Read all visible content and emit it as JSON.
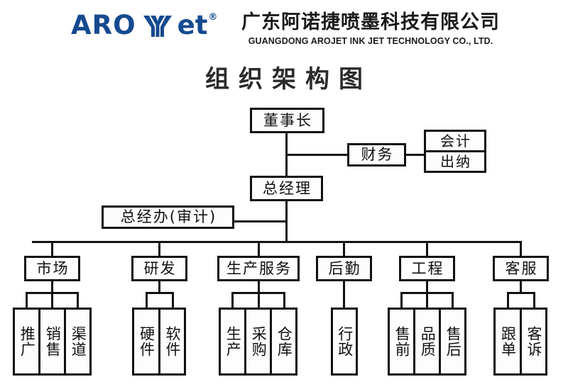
{
  "header": {
    "logo": {
      "aro_text": "ARO",
      "et_text": "et",
      "registered_mark": "®",
      "mark_icon": "arojet-leaf-logo-icon",
      "brand_color": "#154a8f"
    },
    "company_name_cn": "广东阿诺捷喷墨科技有限公司",
    "company_name_en": "GUANGDONG AROJET INK JET TECHNOLOGY CO., LTD."
  },
  "chart_title": "组织架构图",
  "org": {
    "chairman": "董事长",
    "finance": "财务",
    "finance_children": [
      "会计",
      "出纳"
    ],
    "general_manager": "总经理",
    "gm_office": "总经办(审计)",
    "departments": [
      {
        "name": "市场",
        "children": [
          "推广",
          "销售",
          "渠道"
        ]
      },
      {
        "name": "研发",
        "children": [
          "硬件",
          "软件"
        ]
      },
      {
        "name": "生产服务",
        "children": [
          "生产",
          "采购",
          "仓库"
        ]
      },
      {
        "name": "后勤",
        "children": [
          "行政"
        ]
      },
      {
        "name": "工程",
        "children": [
          "售前",
          "品质",
          "售后"
        ]
      },
      {
        "name": "客服",
        "children": [
          "跟单",
          "客诉"
        ]
      }
    ]
  }
}
